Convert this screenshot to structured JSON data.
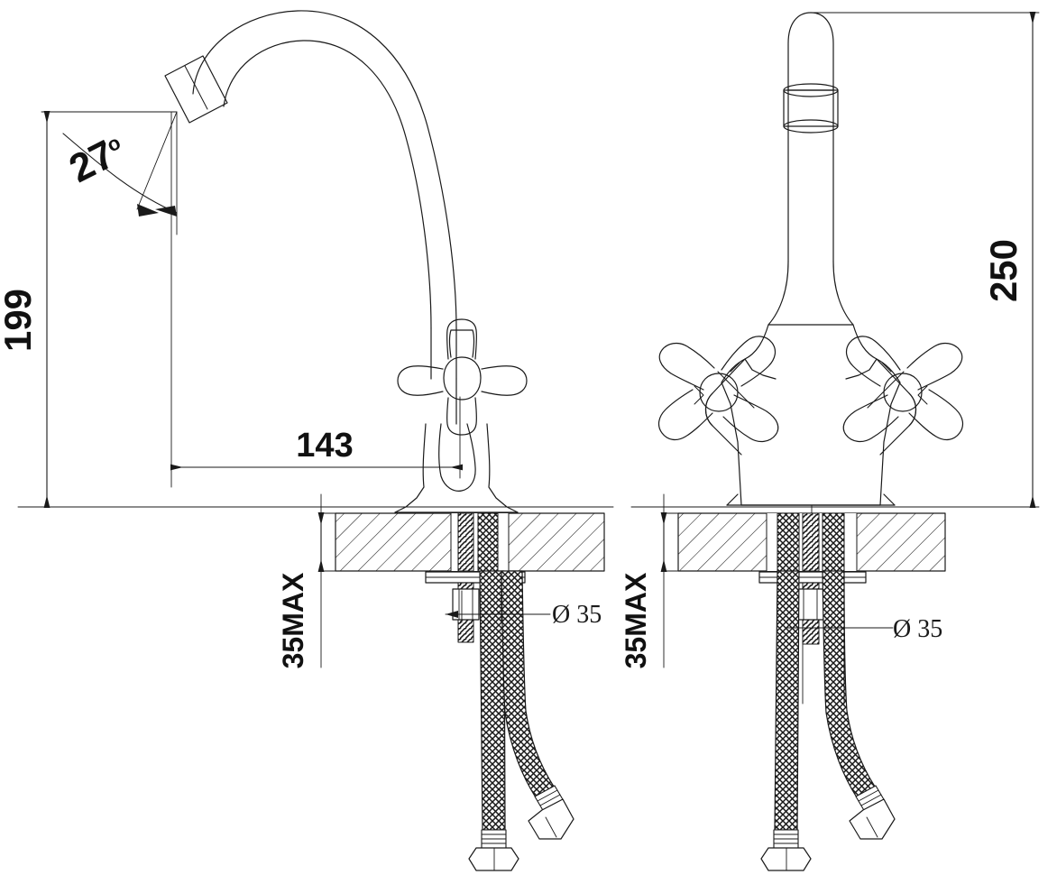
{
  "document": {
    "type": "technical-drawing",
    "subject": "Two-handle kitchen sink mixer tap (cross handles, swan-neck spout)",
    "views": [
      {
        "name": "side-elevation-view",
        "position": "left"
      },
      {
        "name": "front-elevation-view",
        "position": "right"
      }
    ],
    "line_color": "#1a1a1a",
    "background_color": "#ffffff",
    "hatch_color": "#1a1a1a"
  },
  "dimensions": {
    "height_left": {
      "label": "199",
      "name": "overall-spout-height",
      "unit": "mm"
    },
    "height_right": {
      "label": "250",
      "name": "overall-tap-height",
      "unit": "mm"
    },
    "reach": {
      "label": "143",
      "name": "spout-reach",
      "unit": "mm"
    },
    "angle": {
      "label": "27",
      "degree_symbol": "o",
      "name": "aerator-outlet-angle",
      "unit": "deg"
    },
    "deck_thickness_left": {
      "label": "35MAX",
      "name": "max-deck-thickness-left",
      "unit": "mm"
    },
    "deck_thickness_right": {
      "label": "35MAX",
      "name": "max-deck-thickness-right",
      "unit": "mm"
    },
    "hole_diameter_left": {
      "label": "Ø 35",
      "name": "mounting-hole-diameter-left",
      "unit": "mm"
    },
    "hole_diameter_right": {
      "label": "Ø 35",
      "name": "mounting-hole-diameter-right",
      "unit": "mm"
    }
  },
  "parts": {
    "spout": "swan-neck-spout",
    "aerator": "aerator-outlet",
    "cross_handle": "cross-handle",
    "body": "mixer-body",
    "deck": "counter-deck-slab",
    "washer": "mounting-washer",
    "nut": "mounting-nut",
    "stud": "threaded-stud",
    "hose": "braided-flexible-hose",
    "hose_nut": "hose-coupling-nut"
  }
}
